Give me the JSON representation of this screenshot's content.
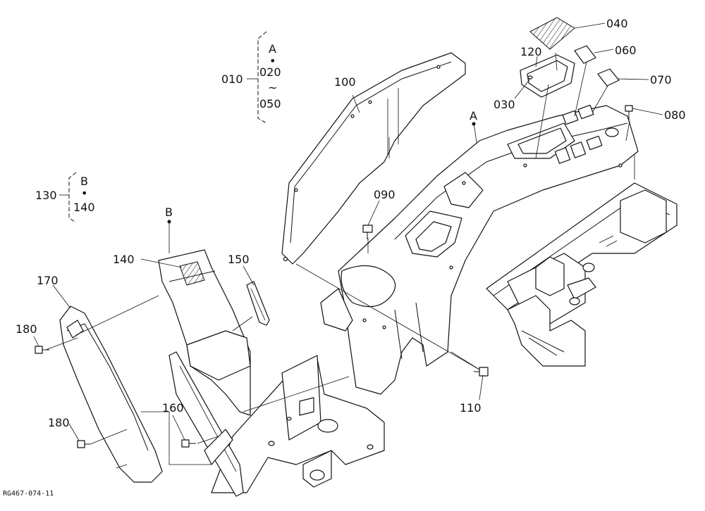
{
  "callouts": {
    "p040": "040",
    "p060": "060",
    "p070": "070",
    "p080": "080",
    "p120": "120",
    "p030": "030",
    "p100": "100",
    "p090": "090",
    "p110": "110",
    "p140": "140",
    "p150": "150",
    "p170": "170",
    "p180a": "180",
    "p180b": "180",
    "p160": "160"
  },
  "groups": {
    "g010": {
      "label": "010",
      "ref": "A",
      "dot": "•",
      "from": "020",
      "tilde": "~",
      "to": "050"
    },
    "g130": {
      "label": "130",
      "ref": "B",
      "dot": "•",
      "to": "140"
    }
  },
  "refs": {
    "a": "A",
    "b": "B"
  },
  "drawing_code": "RG467-074-11"
}
